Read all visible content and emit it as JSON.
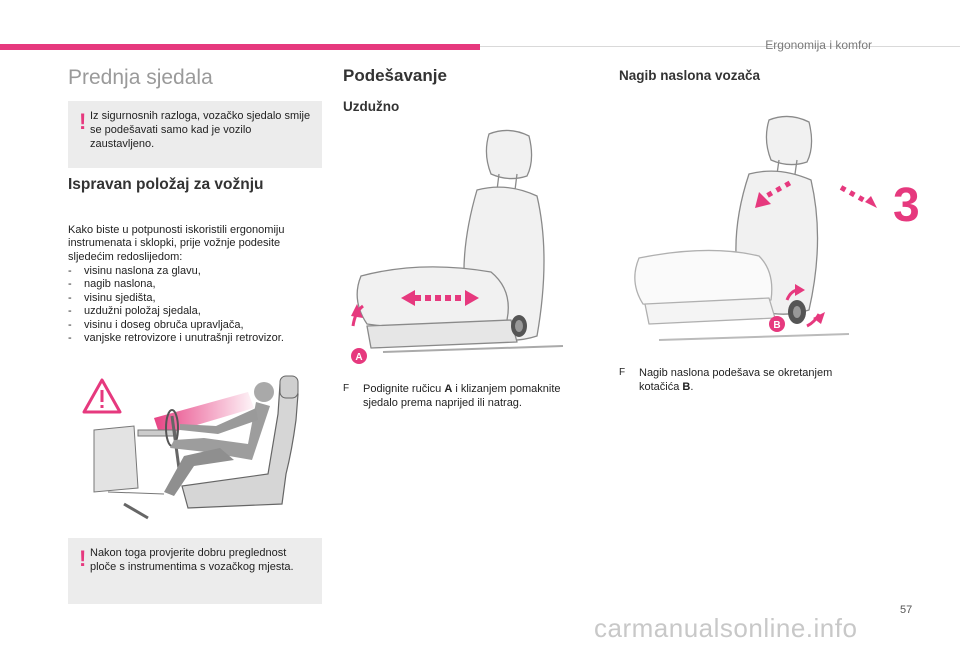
{
  "header": {
    "section": "Ergonomija i komfor",
    "chapter": "3",
    "page_number": "57"
  },
  "left": {
    "title": "Prednja sjedala",
    "warning1": {
      "mark": "!",
      "text": "Iz sigurnosnih razloga, vozačko sjedalo smije se podešavati samo kad je vozilo zaustavljeno."
    },
    "heading": "Ispravan položaj za vožnju",
    "intro": "Kako biste u potpunosti iskoristili ergonomiju instrumenata i sklopki, prije vožnje podesite sljedećim redoslijedom:",
    "items": [
      "visinu naslona za glavu,",
      "nagib naslona,",
      "visinu sjedišta,",
      "uzdužni položaj sjedala,",
      "visinu i doseg obruča upravljača,",
      "vanjske retrovizore i unutrašnji retrovizor."
    ],
    "warning2": {
      "mark": "!",
      "text": "Nakon toga provjerite dobru preglednost ploče s instrumentima s vozačkog mjesta."
    }
  },
  "middle": {
    "heading": "Podešavanje",
    "subheading": "Uzdužno",
    "label_a": "A",
    "step": {
      "icon": "F",
      "pre": "Podignite ručicu ",
      "key": "A",
      "post": " i klizanjem pomaknite sjedalo prema naprijed ili natrag."
    }
  },
  "right": {
    "heading": "Nagib naslona vozača",
    "label_b": "B",
    "step": {
      "icon": "F",
      "pre": "Nagib naslona podešava se okretanjem kotačića ",
      "key": "B",
      "post": "."
    }
  },
  "watermark": "carmanualsonline.info",
  "colors": {
    "accent": "#e6397e",
    "box": "#ececec"
  }
}
